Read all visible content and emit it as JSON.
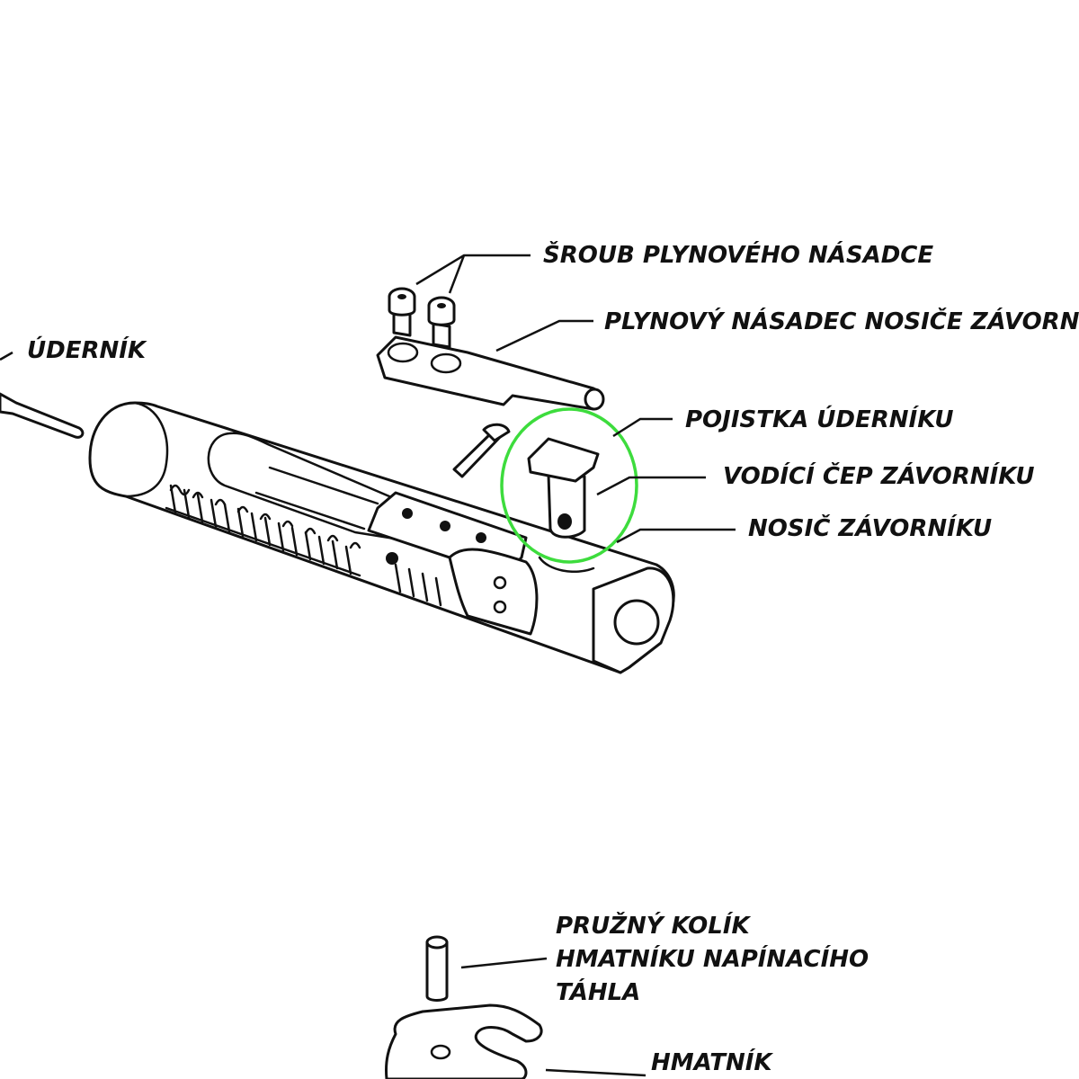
{
  "highlight_color": "#3ddc3d",
  "line_color": "#111111",
  "labels": {
    "gas_key_screw": "ŠROUB PLYNOVÉHO NÁSADCE",
    "gas_key": "PLYNOVÝ NÁSADEC NOSIČE ZÁVORNÍKU",
    "firing_pin": "ÚDERNÍK",
    "firing_pin_retainer": "POJISTKA ÚDERNÍKU",
    "cam_pin": "VODÍCÍ ČEP ZÁVORNÍKU",
    "bolt_carrier": "NOSIČ ZÁVORNÍKU",
    "handle_roll_pin_line1": "PRUŽNÝ KOLÍK",
    "handle_roll_pin_line2": "HMATNÍKU NAPÍNACÍHO",
    "handle_roll_pin_line3": "TÁHLA",
    "latch": "HMATNÍK"
  }
}
